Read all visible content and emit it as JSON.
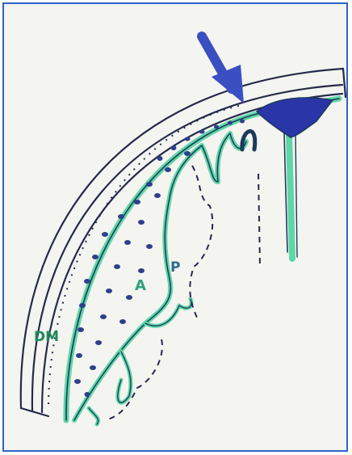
{
  "labels": {
    "dm": "DM",
    "a": "A",
    "p": "P"
  },
  "colors": {
    "frame": "#2f63c9",
    "paper": "#f4f4f1",
    "ink": "#252a4a",
    "membrane_green": "#5fd6a6",
    "membrane_dark": "#1e3a5c",
    "arrow": "#3a4fc2",
    "sinus": "#2a35a8",
    "dots": "#2e3f8c"
  },
  "icons": {
    "arrow": "arrow-down-right-icon"
  }
}
